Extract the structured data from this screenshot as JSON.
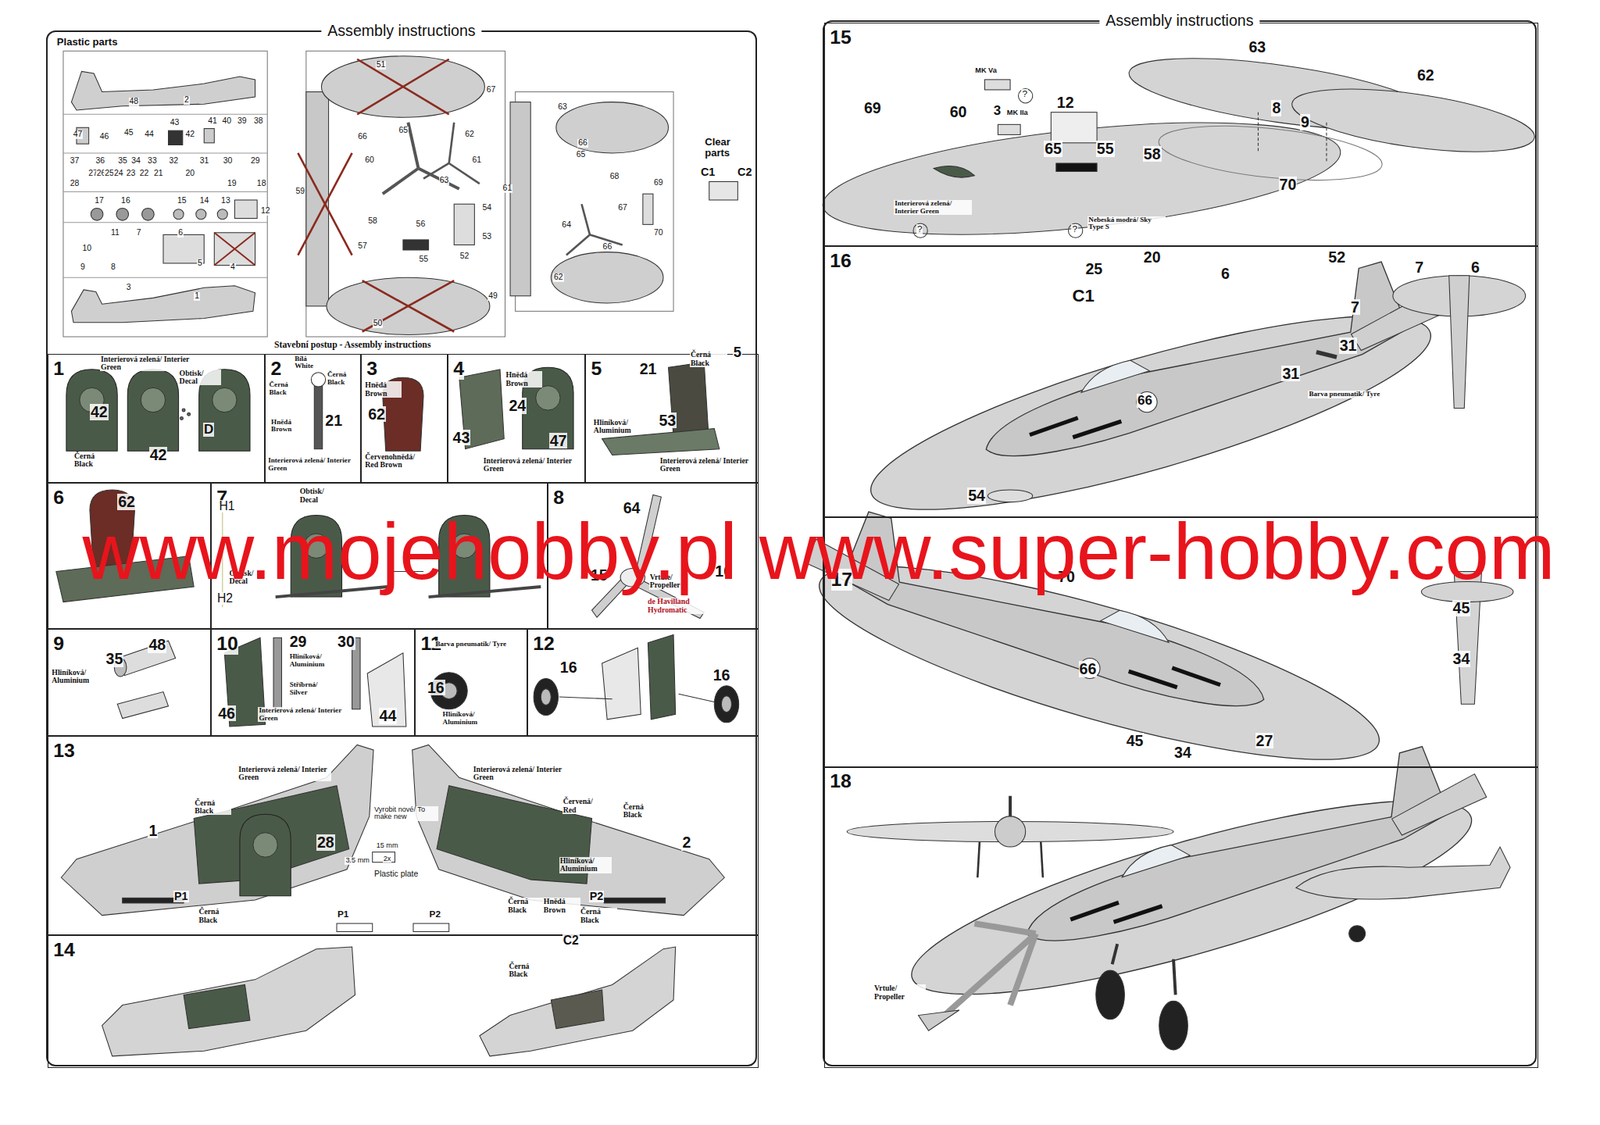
{
  "diagram": {
    "nodes": [
      {
        "text": [
          "Assembly instructions"
        ]
      },
      {
        "text": [
          "1"
        ],
        "in": 0
      },
      {
        "text": [
          "2"
        ],
        "in": 0
      },
      {
        "text": [
          "3"
        ],
        "in": 0
      },
      {
        "text": [
          "4"
        ],
        "in": 0
      },
      {
        "text": [
          "5"
        ],
        "in": 0
      },
      {
        "text": [
          "6"
        ],
        "in": 0
      },
      {
        "text": [
          "7"
        ],
        "in": 0
      },
      {
        "text": [
          "8"
        ],
        "in": 0
      },
      {
        "text": [
          "9"
        ],
        "in": 0
      },
      {
        "text": [
          "10"
        ],
        "in": 0
      },
      {
        "text": [
          "11"
        ],
        "in": 0
      },
      {
        "text": [
          "12"
        ],
        "in": 0
      },
      {
        "text": [
          "13"
        ],
        "in": 0
      },
      {
        "text": [
          "14"
        ],
        "in": 0
      },
      {
        "text": [
          "Assembly instructions"
        ]
      },
      {
        "text": [
          "15"
        ],
        "in": 15
      },
      {
        "text": [
          "16"
        ],
        "in": 15
      },
      {
        "text": [
          "17"
        ],
        "in": 15
      },
      {
        "text": [
          "18"
        ],
        "in": 15
      }
    ],
    "labels": [
      "Plastic parts",
      "48",
      "2",
      "47",
      "46",
      "45",
      "44",
      "43",
      "42",
      "41",
      "40",
      "39",
      "38",
      "37",
      "36",
      "35",
      "34",
      "33",
      "32",
      "31",
      "30",
      "29",
      "28",
      "27",
      "26",
      "25",
      "24",
      "23",
      "22",
      "21",
      "20",
      "19",
      "18",
      "17",
      "16",
      "15",
      "14",
      "13",
      "12",
      "11",
      "10",
      "7",
      "6",
      "9",
      "8",
      "5",
      "4",
      "3",
      "1",
      "51",
      "67",
      "66",
      "65",
      "62",
      "60",
      "61",
      "59",
      "63",
      "58",
      "54",
      "53",
      "57",
      "56",
      "55",
      "52",
      "50",
      "49",
      "63",
      "65",
      "66",
      "68",
      "61",
      "67",
      "69",
      "64",
      "70",
      "66",
      "62",
      "Clear parts",
      "C1",
      "C2",
      "Stavební postup - Assembly instructions",
      "Interierová zelená/ Interier Green",
      "Obtisk/ Decal",
      "42",
      "42",
      "D",
      "Černá Black",
      "Bílá White",
      "Černá Black",
      "Černá Black",
      "21",
      "Hnědá Brown",
      "Interierová zelená/ Interier Green",
      "Hnědá Brown",
      "62",
      "Červenohnědá/ Red Brown",
      "Hnědá Brown",
      "24",
      "43",
      "47",
      "Interierová zelená/ Interier Green",
      "Černá Black",
      "5",
      "21",
      "53",
      "Hliníková/ Aluminium",
      "Interierová zelená/ Interier Green",
      "62",
      "Obtisk/ Decal",
      "H1",
      "Obtisk/ Decal",
      "H2",
      "64",
      "15",
      "10",
      "Vrtule/ Propeller",
      "de Havilland Hydromatic",
      "35",
      "48",
      "Hliníková/ Aluminium",
      "29",
      "30",
      "Hliníková/ Aluminium",
      "Stříbrná/ Silver",
      "46",
      "Interierová zelená/ Interier Green",
      "44",
      "Barva pneumatik/ Tyre",
      "16",
      "Hliníková/ Aluminium",
      "16",
      "16",
      "Interierová zelená/ Interier Green",
      "Černá Black",
      "1",
      "28",
      "Vyrobit nové/ To make new",
      "15 mm",
      "3.5 mm",
      "2x",
      "Plastic plate",
      "P1",
      "Černá Black",
      "P1",
      "P2",
      "Interierová zelená/ Interier Green",
      "Červená/ Red",
      "Černá Black",
      "2",
      "Hliníková/ Aluminium",
      "Černá Black",
      "Hnědá Brown",
      "P2",
      "Černá Black",
      "C2",
      "Černá Black",
      "MK Va",
      "?",
      "3",
      "MK IIa",
      "12",
      "63",
      "62",
      "69",
      "60",
      "8",
      "9",
      "65",
      "55",
      "58",
      "70",
      "Interierová zelená/ Interier Green",
      "?",
      "?",
      "Nebeská modrá/ Sky Type S",
      "25",
      "20",
      "6",
      "52",
      "7",
      "6",
      "C1",
      "7",
      "31",
      "31",
      "66",
      "Barva pneumatik/ Tyre",
      "54",
      "70",
      "45",
      "34",
      "66",
      "45",
      "34",
      "27",
      "Vrtule/ Propeller",
      "www.mojehobby.pl www.super-hobby.com"
    ]
  }
}
